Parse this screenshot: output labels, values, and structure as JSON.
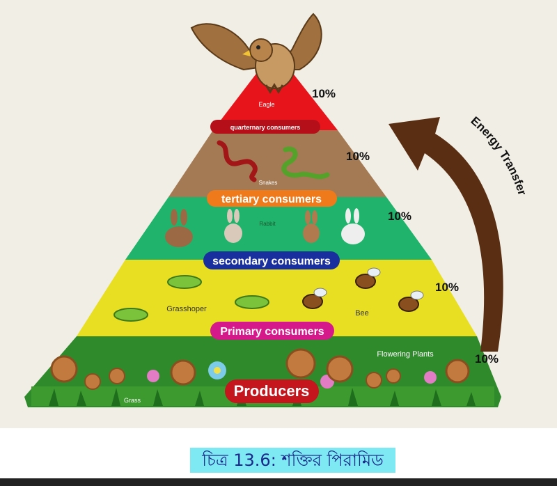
{
  "pyramid": {
    "levels": [
      {
        "title": "Producers",
        "organisms": [
          "Flowering Plants",
          "Grass"
        ],
        "color": "#2f8a2c",
        "pill_color": "#c4161c"
      },
      {
        "title": "Primary consumers",
        "organisms": [
          "Grasshoper",
          "Bee"
        ],
        "color": "#e9df22",
        "pill_color": "#d6198a"
      },
      {
        "title": "secondary consumers",
        "organisms": [
          "Rabbit"
        ],
        "color": "#1fb36b",
        "pill_color": "#1a2f9e"
      },
      {
        "title": "tertiary consumers",
        "organisms": [
          "Snakes"
        ],
        "color": "#a47a55",
        "pill_color": "#ef7a1c"
      },
      {
        "title": "quarternary consumers",
        "organisms": [
          "Eagle"
        ],
        "color": "#e8141b",
        "pill_color": "#b5101a"
      }
    ],
    "percentages": [
      "10%",
      "10%",
      "10%",
      "10%",
      "10%"
    ]
  },
  "arrow": {
    "label": "Energy Transfer",
    "color": "#5a2e12"
  },
  "caption": "চিত্র 13.6: শক্তির পিরামিড"
}
